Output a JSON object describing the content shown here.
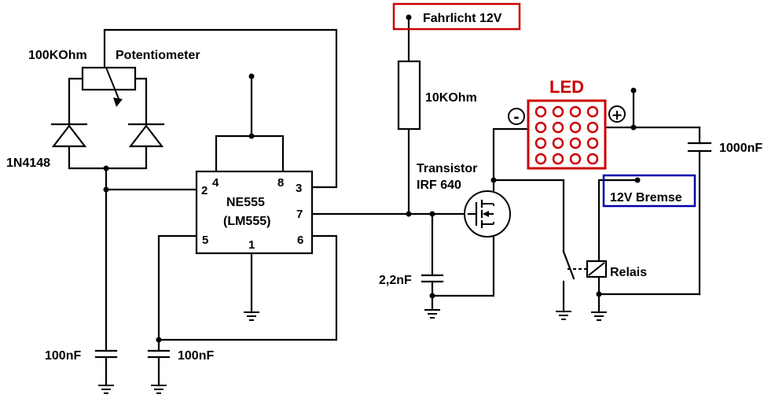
{
  "labels": {
    "potentiometer_value": "100KOhm",
    "potentiometer": "Potentiometer",
    "diode": "1N4148",
    "ic_name": "NE555",
    "ic_alt": "(LM555)",
    "pin_1": "1",
    "pin_2": "2",
    "pin_3": "3",
    "pin_4": "4",
    "pin_5": "5",
    "pin_6": "6",
    "pin_7": "7",
    "pin_8": "8",
    "cap_left": "100nF",
    "cap_mid": "100nF",
    "cap_gate": "2,2nF",
    "resistor": "10KOhm",
    "transistor_line1": "Transistor",
    "transistor_line2": "IRF 640",
    "fahrlicht": "Fahrlicht 12V",
    "led": "LED",
    "led_minus": "-",
    "led_plus": "+",
    "cap_right": "1000nF",
    "bremse": "12V Bremse",
    "relais": "Relais"
  },
  "colors": {
    "fahrlicht_box": "#cc0000",
    "led_box": "#cc0000",
    "led_dots": "#cc0000",
    "bremse_box": "#0000aa",
    "wire": "#000000"
  }
}
